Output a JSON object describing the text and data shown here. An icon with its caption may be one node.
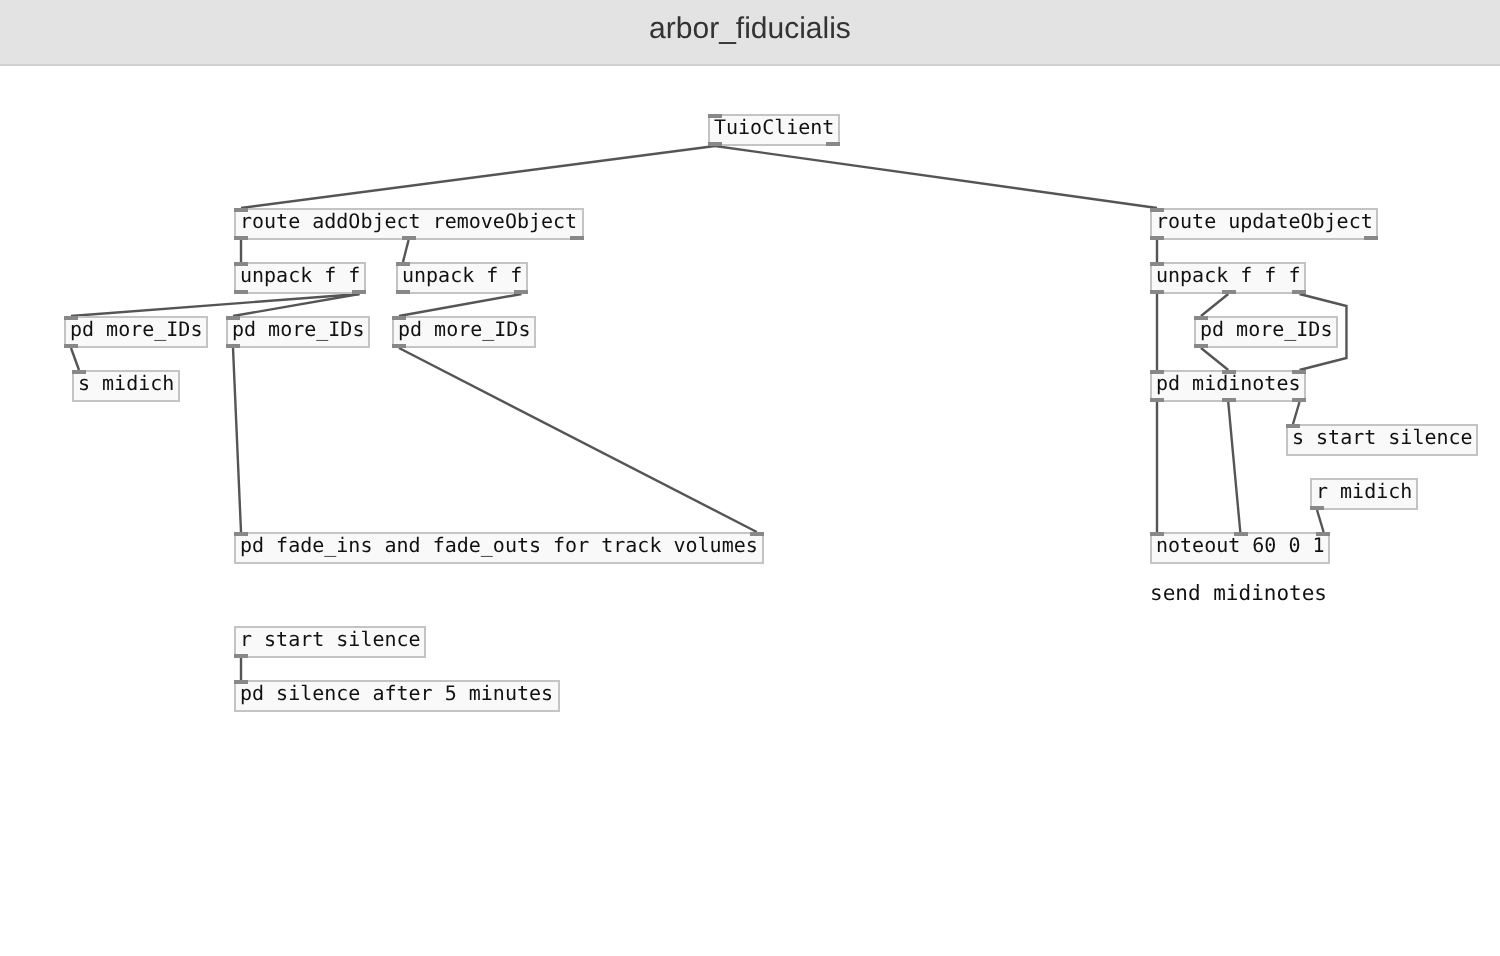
{
  "diagram": {
    "title": "arbor_fiducialis",
    "nodes": [
      {
        "text": [
          "TuioClient"
        ]
      },
      {
        "text": [
          "route addObject removeObject"
        ]
      },
      {
        "text": [
          "unpack f f"
        ]
      },
      {
        "text": [
          "unpack f f"
        ]
      },
      {
        "text": [
          "pd more_IDs"
        ]
      },
      {
        "text": [
          "pd more_IDs"
        ]
      },
      {
        "text": [
          "pd more_IDs"
        ]
      },
      {
        "text": [
          "s midich"
        ]
      },
      {
        "text": [
          "route updateObject"
        ]
      },
      {
        "text": [
          "unpack f f f"
        ]
      },
      {
        "text": [
          "pd more_IDs"
        ]
      },
      {
        "text": [
          "pd midinotes"
        ]
      },
      {
        "text": [
          "s start silence"
        ]
      },
      {
        "text": [
          "r midich"
        ]
      },
      {
        "text": [
          "noteout 60 0 1"
        ]
      },
      {
        "text": [
          "pd fade_ins and fade_outs for track volumes"
        ]
      },
      {
        "text": [
          "r start silence"
        ]
      },
      {
        "text": [
          "pd silence after 5 minutes"
        ]
      }
    ],
    "edges": [
      {
        "from": 0,
        "to": 1,
        "arrow": "none"
      },
      {
        "from": 0,
        "to": 8,
        "arrow": "none"
      },
      {
        "from": 1,
        "to": 2,
        "arrow": "none"
      },
      {
        "from": 1,
        "to": 3,
        "arrow": "none"
      },
      {
        "from": 2,
        "to": 4,
        "arrow": "none"
      },
      {
        "from": 2,
        "to": 5,
        "arrow": "none"
      },
      {
        "from": 3,
        "to": 6,
        "arrow": "none"
      },
      {
        "from": 4,
        "to": 7,
        "arrow": "none"
      },
      {
        "from": 5,
        "to": 15,
        "arrow": "none"
      },
      {
        "from": 6,
        "to": 15,
        "arrow": "none"
      },
      {
        "from": 8,
        "to": 9,
        "arrow": "none"
      },
      {
        "from": 9,
        "to": 11,
        "arrow": "none"
      },
      {
        "from": 9,
        "to": 10,
        "arrow": "none"
      },
      {
        "from": 10,
        "to": 11,
        "arrow": "none"
      },
      {
        "from": 9,
        "to": 11,
        "arrow": "none"
      },
      {
        "from": 11,
        "to": 14,
        "arrow": "none"
      },
      {
        "from": 11,
        "to": 14,
        "arrow": "none"
      },
      {
        "from": 11,
        "to": 12,
        "arrow": "none"
      },
      {
        "from": 13,
        "to": 14,
        "arrow": "none"
      },
      {
        "from": 16,
        "to": 17,
        "arrow": "none"
      }
    ],
    "labels": [
      "send midinotes"
    ]
  }
}
